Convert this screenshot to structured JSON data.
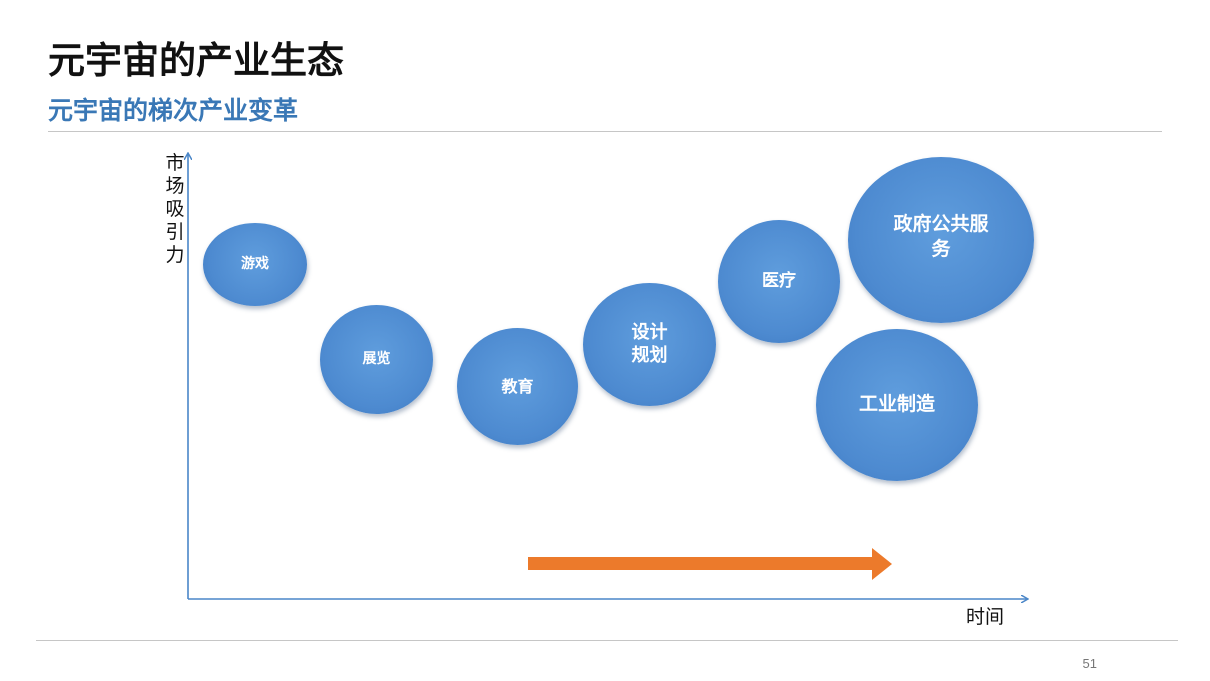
{
  "header": {
    "title": "元宇宙的产业生态",
    "subtitle": "元宇宙的梯次产业变革"
  },
  "diagram": {
    "y_axis_label": "市场吸引力",
    "x_axis_label": "时间",
    "bubbles": [
      {
        "label": "游戏"
      },
      {
        "label": "展览"
      },
      {
        "label": "教育"
      },
      {
        "label": "设计\n规划"
      },
      {
        "label": "医疗"
      },
      {
        "label": "政府公共服\n务"
      },
      {
        "label": "工业制造"
      }
    ]
  },
  "footer": {
    "page_number": "51"
  },
  "colors": {
    "title": "#111111",
    "subtitle": "#3a78b6",
    "bubble_fill": "#4d8ad0",
    "axis": "#4a86c8",
    "arrow": "#ec7a2b",
    "divider": "#c6c6c6"
  }
}
